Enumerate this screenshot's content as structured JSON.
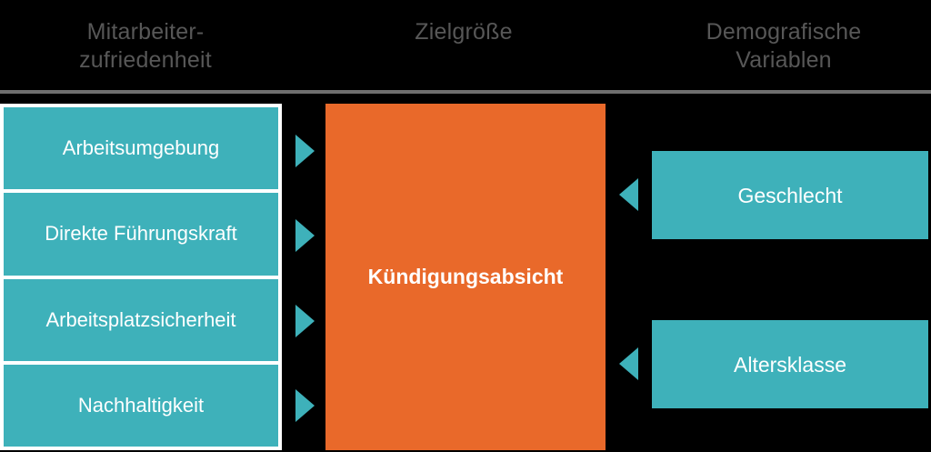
{
  "headers": {
    "left": "Mitarbeiter-\nzufriedenheit",
    "center": "Zielgröße",
    "right": "Demografische\nVariablen"
  },
  "colors": {
    "background": "#000000",
    "teal": "#3eb1ba",
    "orange": "#e9692a",
    "header_text": "#575757",
    "rule": "#6f6f6f",
    "box_text": "#ffffff",
    "frame": "#ffffff"
  },
  "predictors": [
    {
      "label": "Arbeitsumgebung"
    },
    {
      "label": "Direkte Führungskraft"
    },
    {
      "label": "Arbeitsplatzsicherheit"
    },
    {
      "label": "Nachhaltigkeit"
    }
  ],
  "target": {
    "label": "Kündigungsabsicht"
  },
  "demographics": [
    {
      "label": "Geschlecht"
    },
    {
      "label": "Altersklasse"
    }
  ],
  "arrows": {
    "from_predictors": [
      {
        "icon": "arrow-right-icon"
      },
      {
        "icon": "arrow-right-icon"
      },
      {
        "icon": "arrow-right-icon"
      },
      {
        "icon": "arrow-right-icon"
      }
    ],
    "from_demographics": [
      {
        "icon": "arrow-left-icon"
      },
      {
        "icon": "arrow-left-icon"
      }
    ]
  }
}
